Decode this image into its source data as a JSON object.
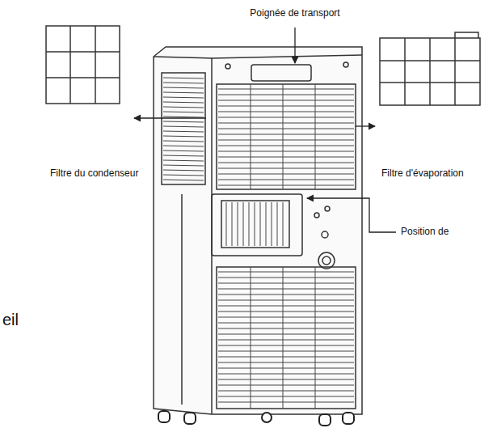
{
  "diagram": {
    "labels": [
      "Poignée de transport",
      "Filtre du condenseur",
      "Filtre d'évaporation",
      "Position de",
      "eil"
    ]
  }
}
